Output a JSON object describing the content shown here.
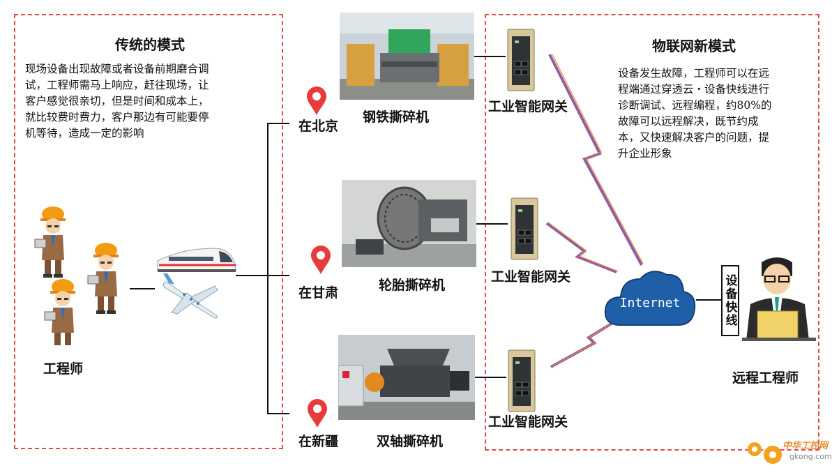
{
  "left_panel": {
    "title": "传统的模式",
    "description_lines": [
      "现场设备出现故障或者设备前期磨合调",
      "试，工程师需马上响应，赶往现场，让",
      "客户感觉很亲切，但是时间和成本上，",
      "就比较费时费力，客户那边有可能要停",
      "机等待，造成一定的影响"
    ],
    "engineer_label": "工程师"
  },
  "locations": [
    {
      "label": "在北京",
      "machine": "钢铁撕碎机"
    },
    {
      "label": "在甘肃",
      "machine": "轮胎撕碎机"
    },
    {
      "label": "在新疆",
      "machine": "双轴撕碎机"
    }
  ],
  "gateway_label": "工业智能网关",
  "right_panel": {
    "title": "物联网新模式",
    "description_lines": [
      "设备发生故障，工程师可以在远",
      "程端通过穿透云・设备快线进行",
      "诊断调试、远程编程，约80%的",
      "故障可以远程解决，既节约成",
      "本，又快速解决客户的问题，提",
      "升企业形象"
    ],
    "cloud_label": "Internet",
    "device_line_label": "设备快线",
    "remote_engineer_label": "远程工程师"
  },
  "watermark": {
    "text": "中华工控网",
    "url_text": "gkong.com"
  },
  "colors": {
    "dash_border": "#e24b4b",
    "pin": "#e83a3a",
    "cloud": "#1f5fa8",
    "lightning": "#f08a24"
  }
}
